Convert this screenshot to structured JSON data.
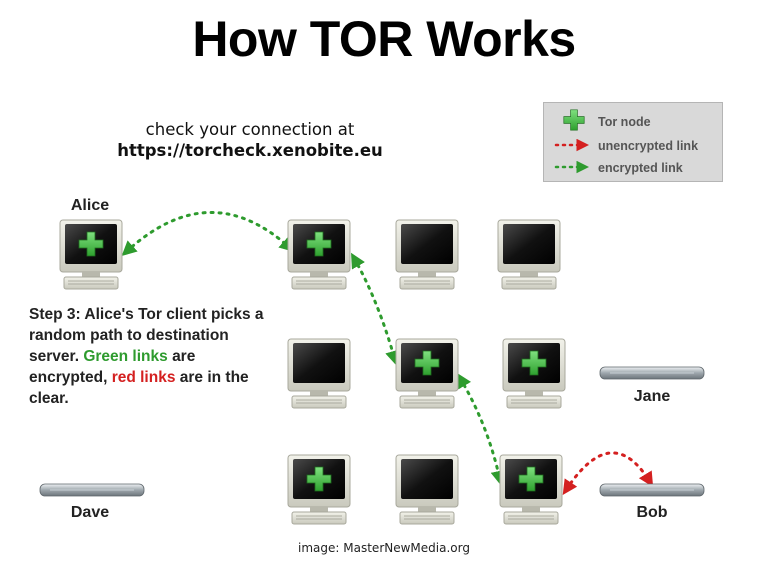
{
  "title": "How TOR Works",
  "check": {
    "line1": "check your connection at",
    "url": "https://torcheck.xenobite.eu"
  },
  "legend": {
    "tor_node": "Tor node",
    "unencrypted": "unencrypted link",
    "encrypted": "encrypted link"
  },
  "names": {
    "alice": "Alice",
    "jane": "Jane",
    "dave": "Dave",
    "bob": "Bob"
  },
  "step": {
    "part1": "Step 3: Alice's Tor client picks a random path to destination server.",
    "green": "Green links",
    "part2": "are encrypted,",
    "red": "red links",
    "part3": "are in the clear."
  },
  "credit": "image: MasterNewMedia.org",
  "colors": {
    "green": "#2e9b2e",
    "red": "#d42020",
    "legend_bg": "#d9d9d9"
  }
}
